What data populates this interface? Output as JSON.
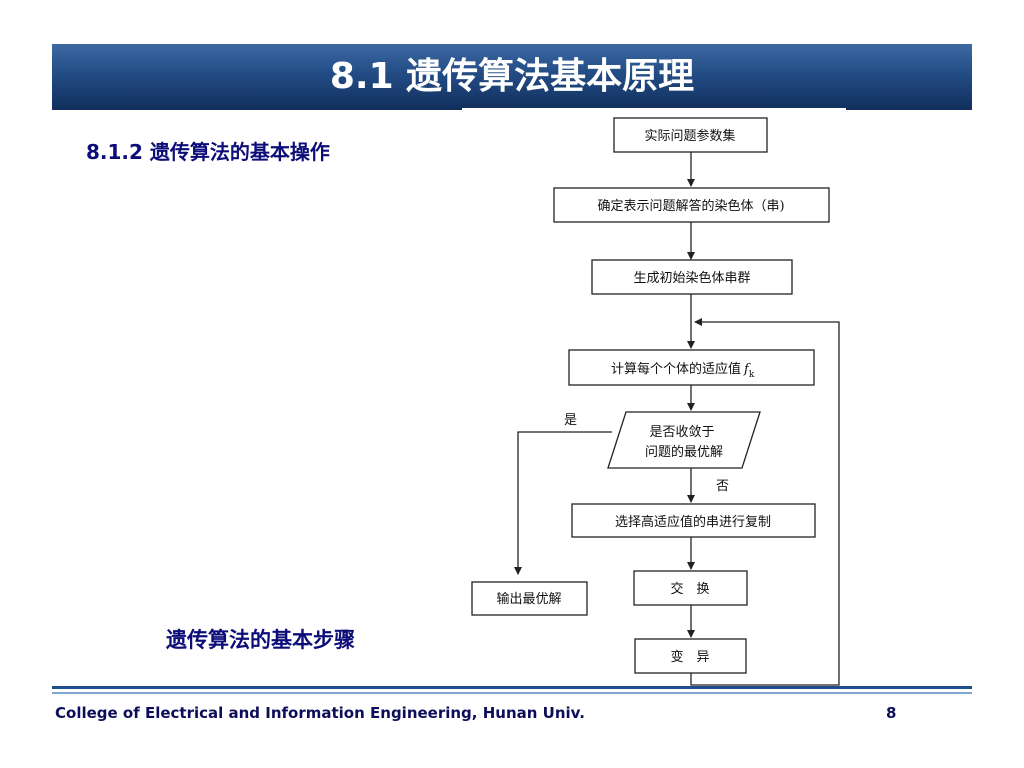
{
  "slide": {
    "title": "8.1  遗传算法基本原理",
    "subheading": "8.1.2  遗传算法的基本操作",
    "caption": "遗传算法的基本步骤"
  },
  "footer": {
    "institution": "College of Electrical and Information Engineering, Hunan Univ.",
    "page_number": "8"
  },
  "flowchart": {
    "nodes": {
      "params": "实际问题参数集",
      "encode": "确定表示问题解答的染色体（串)",
      "init": "生成初始染色体串群",
      "fitness": "计算每个个体的适应值",
      "fitness_symbol": "f",
      "fitness_subscript": "k",
      "decision_line1": "是否收敛于",
      "decision_line2": "问题的最优解",
      "select": "选择高适应值的串进行复制",
      "crossover": "交　换",
      "mutation": "变　异",
      "output": "输出最优解"
    },
    "labels": {
      "yes": "是",
      "no": "否"
    }
  },
  "colors": {
    "title_bar": "#234c85",
    "heading_text": "#0d0d7a",
    "footer_rule": "#1d4f8f"
  }
}
